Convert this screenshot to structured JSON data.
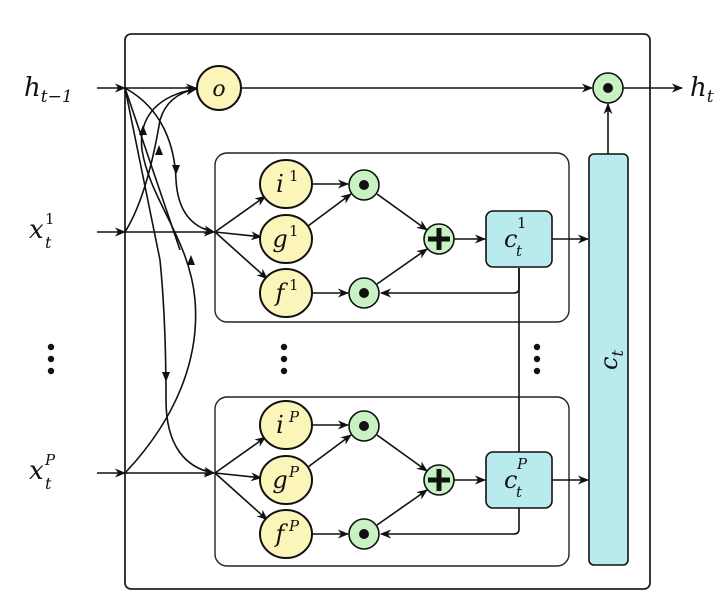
{
  "diagram": {
    "title": "",
    "colors": {
      "gate_fill": "#fbf5b9",
      "op_fill": "#c8f2c4",
      "cell_fill": "#b9ebee",
      "stroke": "#111111"
    },
    "inputs": {
      "h_prev": {
        "base": "h",
        "sub": "t−1",
        "sup": ""
      },
      "x_1": {
        "base": "x",
        "sub": "t",
        "sup": "1"
      },
      "x_P": {
        "base": "x",
        "sub": "t",
        "sup": "P"
      },
      "ellipsis": "⋮"
    },
    "output": {
      "base": "h",
      "sub": "t",
      "sup": ""
    },
    "output_gate": {
      "label": "o"
    },
    "blocks": [
      {
        "id": "block-1",
        "gates": [
          {
            "base": "i",
            "sup": "1"
          },
          {
            "base": "g",
            "sup": "1"
          },
          {
            "base": "f",
            "sup": "1"
          }
        ],
        "cell": {
          "base": "c",
          "sub": "t",
          "sup": "1"
        }
      },
      {
        "id": "block-P",
        "gates": [
          {
            "base": "i",
            "sup": "P"
          },
          {
            "base": "g",
            "sup": "P"
          },
          {
            "base": "f",
            "sup": "P"
          }
        ],
        "cell": {
          "base": "c",
          "sub": "t",
          "sup": "P"
        }
      }
    ],
    "combined_cell": {
      "base": "c",
      "sub": "t"
    },
    "operators": {
      "multiply": "elementwise-product",
      "add": "sum"
    }
  }
}
